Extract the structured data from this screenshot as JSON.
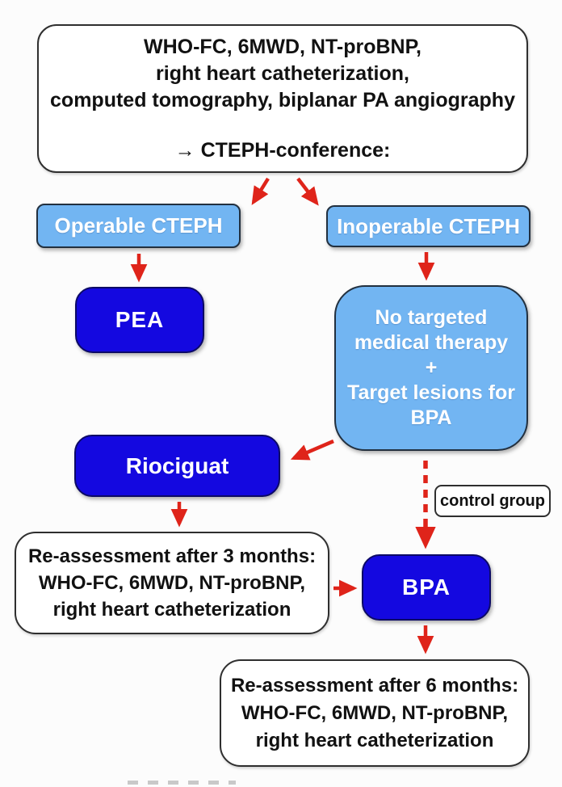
{
  "colors": {
    "light_blue": "#72B5F2",
    "dark_blue": "#1408E0",
    "arrow_red": "#DF241A"
  },
  "diagram": {
    "assessment": {
      "lines": [
        "WHO-FC, 6MWD, NT-proBNP,",
        "right heart catheterization,",
        "computed tomography, biplanar PA angiography"
      ],
      "conference": "→ CTEPH-conference:"
    },
    "operable": {
      "label": "Operable CTEPH"
    },
    "inoperable": {
      "label": "Inoperable CTEPH"
    },
    "pea": {
      "label": "PEA"
    },
    "no_therapy": {
      "lines": [
        "No targeted",
        "medical therapy",
        "+",
        "Target lesions for",
        "BPA"
      ]
    },
    "riociguat": {
      "label": "Riociguat"
    },
    "control_group": {
      "label": "control group"
    },
    "reassess_3m": {
      "lines": [
        "Re-assessment after 3 months:",
        "WHO-FC, 6MWD, NT-proBNP,",
        "right heart catheterization"
      ]
    },
    "bpa": {
      "label": "BPA"
    },
    "reassess_6m": {
      "lines": [
        "Re-assessment after 6 months:",
        "WHO-FC, 6MWD, NT-proBNP,",
        "right heart catheterization"
      ]
    }
  }
}
